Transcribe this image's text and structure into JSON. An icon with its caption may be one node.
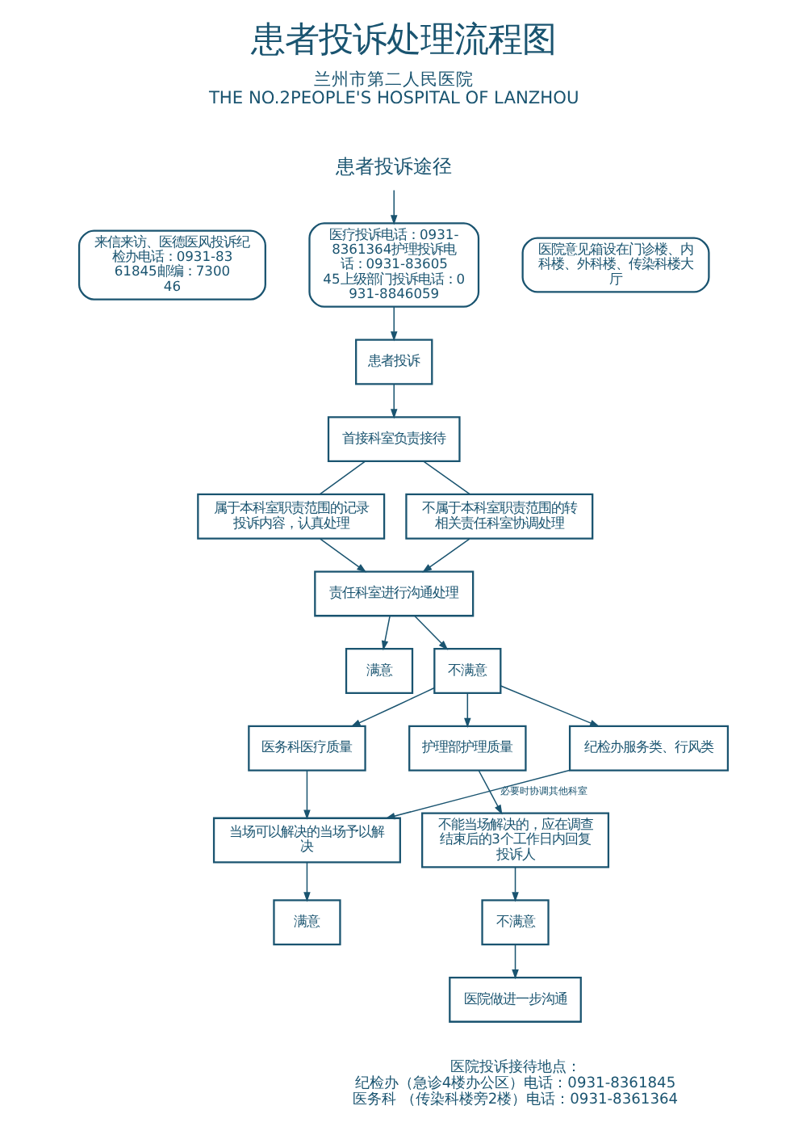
{
  "diagram": {
    "title": "患者投诉处理流程图",
    "nodes": [
      {
        "text": [
          "患者投诉途径"
        ]
      },
      {
        "text": [
          "来信来访、医德医风投诉纪检办电话：0931-8361845邮编：730046"
        ]
      },
      {
        "text": [
          "医疗投诉电话：0931-8361364护理投诉电话：0931-8360545上级部门投诉电话：0931-8846059"
        ]
      },
      {
        "text": [
          "医院意见箱设在门诊楼、内科楼、外科楼、传染科楼大厅"
        ]
      },
      {
        "text": [
          "患者投诉"
        ]
      },
      {
        "text": [
          "首接科室负责接待"
        ]
      },
      {
        "text": [
          "属于本科室职责范围的记录投诉内容，认真处理"
        ]
      },
      {
        "text": [
          "不属于本科室职责范围的转相关责任科室协调处理"
        ]
      },
      {
        "text": [
          "责任科室进行沟通处理"
        ]
      },
      {
        "text": [
          "满意"
        ]
      },
      {
        "text": [
          "不满意"
        ]
      },
      {
        "text": [
          "医务科医疗质量"
        ]
      },
      {
        "text": [
          "护理部护理质量"
        ]
      },
      {
        "text": [
          "纪检办服务类、行风类"
        ]
      },
      {
        "text": [
          "当场可以解决的当场予以解决"
        ]
      },
      {
        "text": [
          "不能当场解决的，应在调查结束后的3个工作日内回复投诉人"
        ]
      },
      {
        "text": [
          "满意"
        ]
      },
      {
        "text": [
          "不满意"
        ]
      },
      {
        "text": [
          "医院做进一步沟通"
        ]
      }
    ],
    "edges": [
      {
        "from": 0,
        "to": 2,
        "arrow": "to"
      },
      {
        "from": 2,
        "to": 4,
        "arrow": "to"
      },
      {
        "from": 4,
        "to": 5,
        "arrow": "to"
      },
      {
        "from": 5,
        "to": 6,
        "arrow": "none"
      },
      {
        "from": 5,
        "to": 7,
        "arrow": "none"
      },
      {
        "from": 6,
        "to": 8,
        "arrow": "to"
      },
      {
        "from": 7,
        "to": 8,
        "arrow": "to"
      },
      {
        "from": 8,
        "to": 9,
        "arrow": "to"
      },
      {
        "from": 8,
        "to": 10,
        "arrow": "to"
      },
      {
        "from": 10,
        "to": 11,
        "arrow": "to"
      },
      {
        "from": 10,
        "to": 12,
        "arrow": "to"
      },
      {
        "from": 10,
        "to": 13,
        "arrow": "to"
      },
      {
        "from": 11,
        "to": 14,
        "arrow": "to"
      },
      {
        "from": 13,
        "to": 14,
        "arrow": "to",
        "label": "必要时协调其他科室"
      },
      {
        "from": 12,
        "to": 15,
        "arrow": "to"
      },
      {
        "from": 14,
        "to": 16,
        "arrow": "to"
      },
      {
        "from": 15,
        "to": 17,
        "arrow": "to"
      },
      {
        "from": 17,
        "to": 18,
        "arrow": "to"
      }
    ],
    "labels": [
      "兰州市第二人民医院",
      "THE NO.2PEOPLE'S HOSPITAL OF LANZHOU",
      "医院投诉接待地点：",
      "纪检办（急诊4楼办公区）电话：0931-8361845",
      "医务科 （传染科楼旁2楼）电话：0931-8361364"
    ]
  }
}
